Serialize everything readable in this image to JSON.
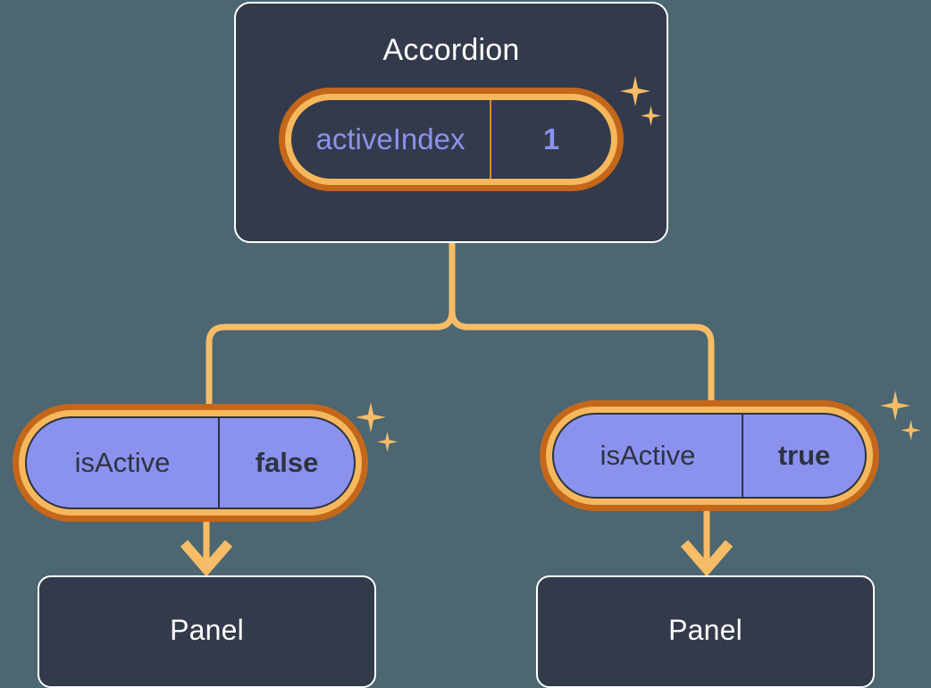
{
  "background_color": "#4c6672",
  "palette": {
    "card_fill": "#333a4b",
    "card_border": "#ffffff",
    "ring_outer_orange": "#c4671a",
    "ring_inner_orange": "#f6b85c",
    "pill_violet_fill": "#8b92ee",
    "violet_text": "#8b92ee",
    "dark_text": "#2d3340",
    "connector_orange": "#f7bd66",
    "sparkle_orange": "#f7bd66"
  },
  "root": {
    "title": "Accordion",
    "state_pill": {
      "key": "activeIndex",
      "value": "1",
      "highlighted": true
    },
    "sparkle_icon_names": [
      "sparkle-large-icon",
      "sparkle-small-icon"
    ]
  },
  "branches": [
    {
      "prop_pill": {
        "key": "isActive",
        "value": "false",
        "highlighted": true
      },
      "child": {
        "title": "Panel"
      },
      "arrow_icon_name": "arrow-down-icon"
    },
    {
      "prop_pill": {
        "key": "isActive",
        "value": "true",
        "highlighted": true
      },
      "child": {
        "title": "Panel"
      },
      "arrow_icon_name": "arrow-down-icon"
    }
  ]
}
